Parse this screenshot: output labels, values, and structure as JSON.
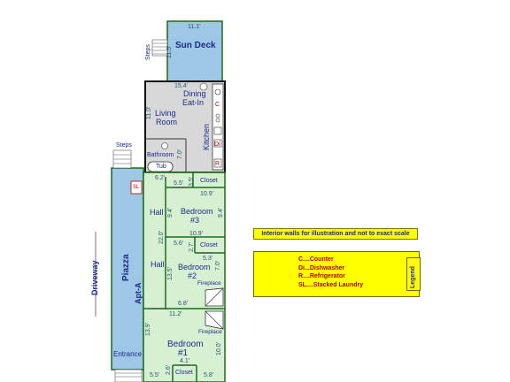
{
  "rooms": {
    "sun_deck": "Sun Deck",
    "dining": "Dining",
    "eat_in": "Eat-In",
    "living": "Living",
    "room": "Room",
    "kitchen": "Kitchen",
    "bathroom": "Bathroom",
    "tub": "Tub",
    "closet": "Closet",
    "hall": "Hall",
    "bedroom": "Bedroom",
    "bedroom3_num": "#3",
    "bedroom2_num": "#2",
    "bedroom1_num": "#1",
    "fireplace": "Fireplace",
    "piazza": "Piazza",
    "apt": "Apt-A",
    "entrance": "Entrance",
    "steps": "Steps",
    "driveway": "Driveway",
    "sl": "SL"
  },
  "dimensions": {
    "deck_w": "11.1'",
    "deck_h": "11.5'",
    "dining_w": "15.4'",
    "living_h": "11.0'",
    "bath_h": "7.0'",
    "bath_w": "6.2'",
    "closet3_w": "5.5'",
    "closet3_h": "3.5'",
    "bed3_top": "10.9'",
    "bed3_h": "9.4'",
    "bed3_hr": "9.4'",
    "bed3_bottom": "10.9'",
    "hall_len": "22.0'",
    "closet2_w": "5.6'",
    "closet2_h": "2.7'",
    "closet2_d": "5.3'",
    "bed2_h": "13.5'",
    "bed2_hr": "7.0'",
    "bed2_bottom": "6.8'",
    "bed1_top": "11.2'",
    "bed1_h": "13.9'",
    "bed1_hr": "10.0'",
    "closet1_w": "4.1'",
    "closet1_h": "2.6'",
    "bed1_bl": "5.5'",
    "bed1_br": "5.8'"
  },
  "appliance_marks": {
    "counter": "C",
    "dishwasher": "Di",
    "refrigerator": "R"
  },
  "note": "Interior walls for illustration and not to exact scale",
  "legend": {
    "title": "Legend",
    "items": [
      "C....Counter",
      "Di...Dishwasher",
      "R....Refrigerator",
      "SL....Stacked Laundry"
    ]
  },
  "colors": {
    "green_fill": "#d8f0d2",
    "green_border": "#1c6b1c",
    "grey_fill": "#d8d8d8",
    "blue_fill": "#9ec6e6",
    "text": "#1a2b8c",
    "legend_fill": "#ffff00",
    "legend_text": "#b00000"
  }
}
